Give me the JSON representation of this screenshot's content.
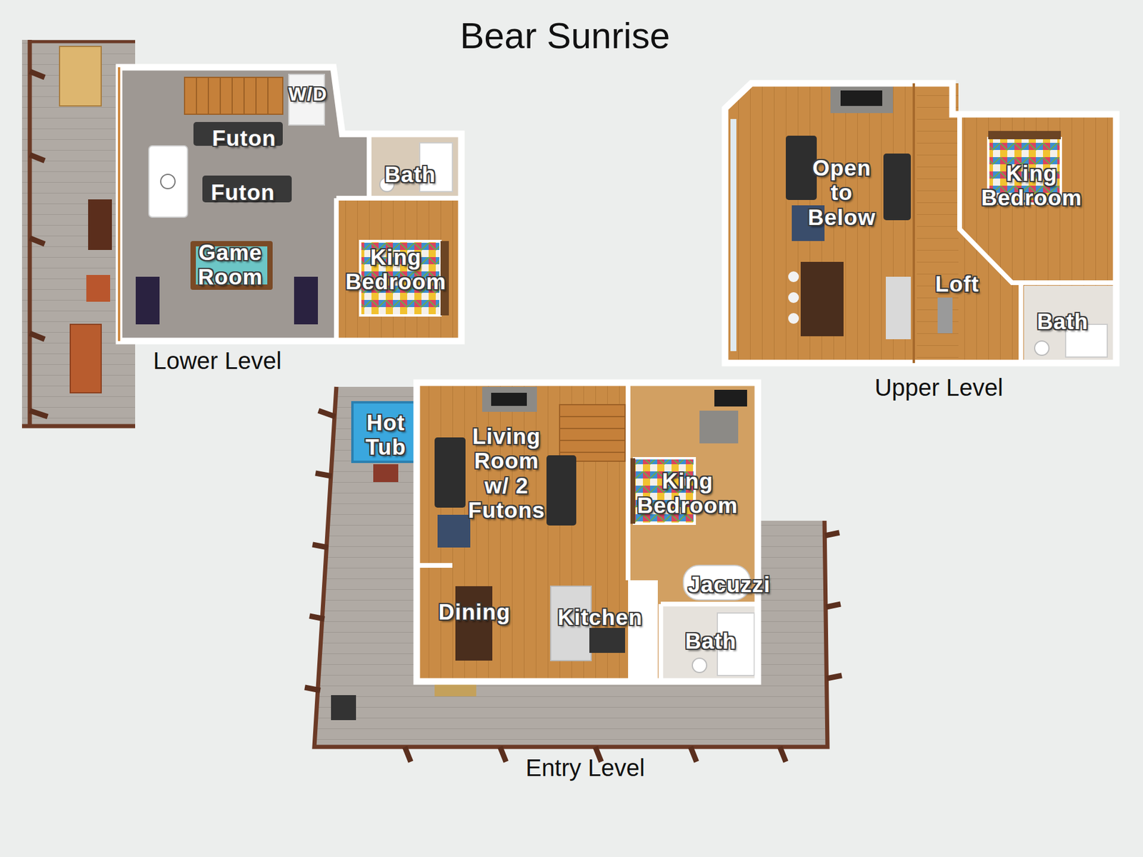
{
  "diagram": {
    "title": "Bear Sunrise",
    "nodes": [
      {
        "text": [
          "Lower Level"
        ]
      },
      {
        "text": [
          "Upper Level"
        ]
      },
      {
        "text": [
          "Entry Level"
        ]
      }
    ],
    "labels": [
      "W/D",
      "Futon",
      "Futon",
      "Bath",
      "Game Room",
      "King Bedroom",
      "Open to Below",
      "King Bedroom",
      "Loft",
      "Bath",
      "Hot Tub",
      "Living Room w/ 2 Futons",
      "King Bedroom",
      "Jacuzzi",
      "Dining",
      "Kitchen",
      "Bath"
    ]
  }
}
